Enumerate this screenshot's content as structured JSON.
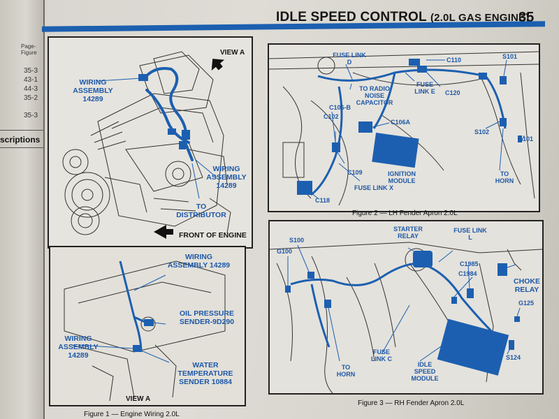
{
  "header": {
    "title": "IDLE SPEED CONTROL",
    "subtitle": "(2.0L GAS ENGINE)",
    "page_number": "35"
  },
  "left_page": {
    "column_header": "Page-Figure",
    "refs": [
      "35-3",
      "43-1",
      "44-3",
      "35-2",
      "35-3"
    ],
    "section_heading": "scriptions"
  },
  "figure1": {
    "caption": "Figure 1 — Engine Wiring 2.0L",
    "top_view": {
      "view_label": "VIEW A",
      "front_label": "FRONT OF ENGINE",
      "labels": [
        "WIRING ASSEMBLY 14289",
        "WIRING ASSEMBLY 14289",
        "TO DISTRIBUTOR"
      ]
    },
    "bottom_view": {
      "view_label": "VIEW A",
      "labels": [
        "WIRING ASSEMBLY 14289",
        "WIRING ASSEMBLY 14289",
        "OIL PRESSURE SENDER-9D290",
        "WATER TEMPERATURE SENDER 10884"
      ]
    }
  },
  "figure2": {
    "caption": "Figure 2 — LH Fender Apron 2.0L",
    "labels": [
      "FUSE LINK D",
      "C110",
      "S101",
      "TO RADIO NOISE CAPACITOR",
      "FUSE LINK E",
      "C120",
      "C106-B",
      "C102",
      "C106A",
      "S102",
      "G101",
      "C109",
      "IGNITION MODULE",
      "TO HORN",
      "FUSE LINK X",
      "C118"
    ]
  },
  "figure3": {
    "caption": "Figure 3 — RH Fender Apron 2.0L",
    "labels": [
      "STARTER RELAY",
      "FUSE LINK L",
      "G100",
      "S100",
      "C1985",
      "C1984",
      "CHOKE RELAY",
      "G125",
      "S124",
      "FUSE LINK C",
      "TO HORN",
      "IDLE SPEED MODULE"
    ]
  },
  "colors": {
    "accent_blue": "#1c5fb0",
    "label_blue": "#1e58a8",
    "ink": "#222222"
  }
}
